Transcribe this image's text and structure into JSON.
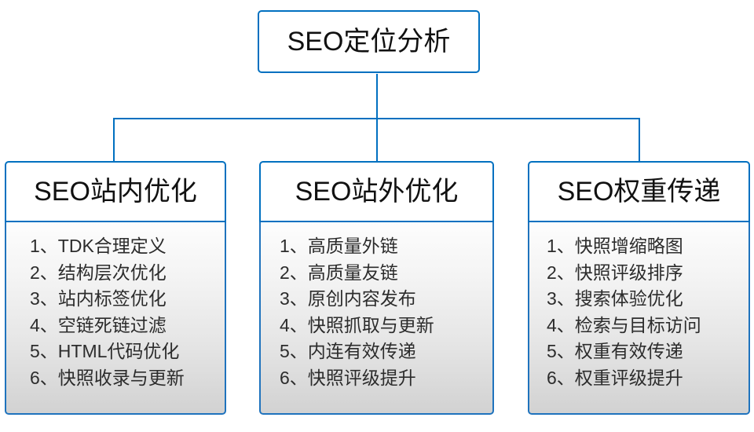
{
  "diagram": {
    "title": "SEO定位分析",
    "accent_color": "#0070c0",
    "border_color": "#1f73bd",
    "root": {
      "label": "SEO定位分析"
    },
    "branches": [
      {
        "header": "SEO站内优化",
        "items": [
          "1、TDK合理定义",
          "2、结构层次优化",
          "3、站内标签优化",
          "4、空链死链过滤",
          "5、HTML代码优化",
          "6、快照收录与更新"
        ]
      },
      {
        "header": "SEO站外优化",
        "items": [
          "1、高质量外链",
          "2、高质量友链",
          "3、原创内容发布",
          "4、快照抓取与更新",
          "5、内连有效传递",
          "6、快照评级提升"
        ]
      },
      {
        "header": "SEO权重传递",
        "items": [
          "1、快照增缩略图",
          "2、快照评级排序",
          "3、搜索体验优化",
          "4、检索与目标访问",
          "5、权重有效传递",
          "6、权重评级提升"
        ]
      }
    ]
  }
}
